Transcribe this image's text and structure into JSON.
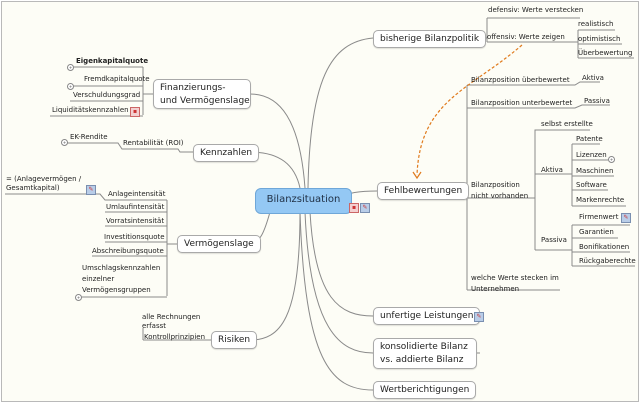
{
  "central": "Bilanzsituation",
  "left": {
    "finanz": {
      "label1": "Finanzierungs-",
      "label2": "und Vermögenslage",
      "items": [
        "Eigenkapitalquote",
        "Fremdkapitalquote",
        "Verschuldungsgrad",
        "Liquiditätskennzahlen"
      ]
    },
    "kennzahlen": {
      "label": "Kennzahlen",
      "sub": "Rentabilität (ROI)",
      "subsub": "EK-Rendite"
    },
    "vermoegen": {
      "label": "Vermögenslage",
      "items": [
        "Anlageintensität",
        "Umlaufintensität",
        "Vorratsintensität",
        "Investitionsquote",
        "Abschreibungsquote"
      ],
      "note1": "= (Anlagevermögen /",
      "note2": "Gesamtkapital)",
      "u1": "Umschlagskennzahlen",
      "u2": "einzelner",
      "u3": "Vermögensgruppen"
    },
    "risiken": {
      "label": "Risiken",
      "sub": "Kontrollprinzipien",
      "note1": "alle Rechnungen",
      "note2": "erfasst"
    }
  },
  "right": {
    "politik": {
      "label": "bisherige Bilanzpolitik",
      "defensiv": "defensiv: Werte verstecken",
      "offensiv": "offensiv: Werte zeigen",
      "sub": [
        "realistisch",
        "optimistisch",
        "Überbewertung"
      ]
    },
    "fehl": {
      "label": "Fehlbewertungen",
      "ueber": "Bilanzposition überbewertet",
      "ueber_sub": "Aktiva",
      "unter": "Bilanzposition unterbewertet",
      "unter_sub": "Passiva",
      "nv1": "Bilanzposition",
      "nv2": "nicht vorhanden",
      "selbst": "selbst erstellte",
      "aktiva": "Aktiva",
      "aktiva_items": [
        "Patente",
        "Lizenzen",
        "Maschinen",
        "Software",
        "Markenrechte"
      ],
      "passiva": "Passiva",
      "passiva_items": [
        "Firmenwert",
        "Garantien",
        "Bonifikationen",
        "Rückgaberechte"
      ],
      "welche1": "welche Werte stecken im",
      "welche2": "Unternehmen"
    },
    "unfertig": "unfertige Leistungen",
    "konsol1": "konsolidierte Bilanz",
    "konsol2": "vs. addierte Bilanz",
    "wert": "Wertberichtigungen"
  },
  "colors": {
    "central": "#94c8f4",
    "relationship": "#e07a1c"
  }
}
